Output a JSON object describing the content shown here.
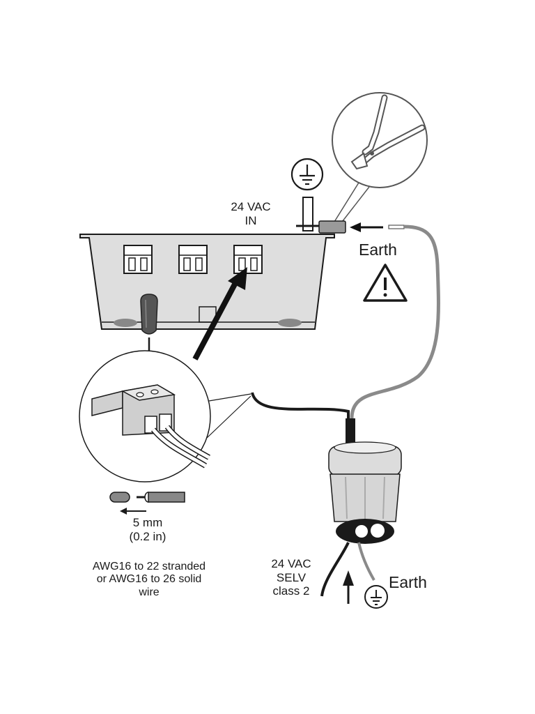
{
  "labels": {
    "power_in_line1": "24 VAC",
    "power_in_line2": "IN",
    "earth_top": "Earth",
    "strip_length_mm": "5 mm",
    "strip_length_in": "(0.2 in)",
    "wire_spec_line1": "AWG16 to 22 stranded",
    "wire_spec_line2": "or AWG16 to 26 solid",
    "wire_spec_line3": "wire",
    "supply_line1": "24 VAC",
    "supply_line2": "SELV",
    "supply_line3": "class 2",
    "earth_bottom": "Earth"
  },
  "icons": [
    "ground-icon",
    "warning-icon",
    "pliers-icon",
    "screwdriver-icon",
    "terminal-block-icon",
    "cable-gland-icon"
  ],
  "colors": {
    "line": "#1a1a1a",
    "housing": "#dedede",
    "wire_grey": "#8a8a8a"
  }
}
